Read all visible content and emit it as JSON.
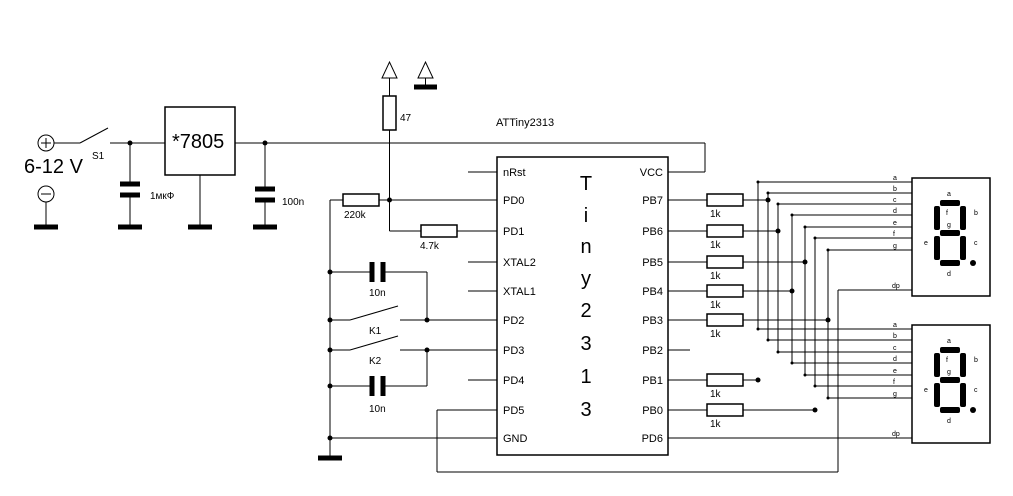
{
  "supply": {
    "voltage": "6-12 V",
    "switch": "S1",
    "regulator": "*7805",
    "cap_in": "1мкФ",
    "cap_out": "100n"
  },
  "resistor_top": "47",
  "mcu": {
    "name": "ATTiny2313",
    "body_text": [
      "T",
      "i",
      "n",
      "y",
      "2",
      "3",
      "1",
      "3"
    ],
    "left_pins": [
      "nRst",
      "PD0",
      "PD1",
      "XTAL2",
      "XTAL1",
      "PD2",
      "PD3",
      "PD4",
      "PD5",
      "GND"
    ],
    "right_pins": [
      "VCC",
      "PB7",
      "PB6",
      "PB5",
      "PB4",
      "PB3",
      "PB2",
      "PB1",
      "PB0",
      "PD6"
    ]
  },
  "parts": {
    "r220": "220k",
    "r47k": "4.7k",
    "c10a": "10n",
    "c10b": "10n",
    "k1": "K1",
    "k2": "K2"
  },
  "seg_resistors": [
    "1k",
    "1k",
    "1k",
    "1k",
    "1k",
    "1k",
    "1k"
  ],
  "display_labels": [
    "a",
    "b",
    "c",
    "d",
    "e",
    "f",
    "g",
    "dp"
  ],
  "digit_labels": [
    "a",
    "f",
    "b",
    "g",
    "e",
    "c",
    "d"
  ]
}
